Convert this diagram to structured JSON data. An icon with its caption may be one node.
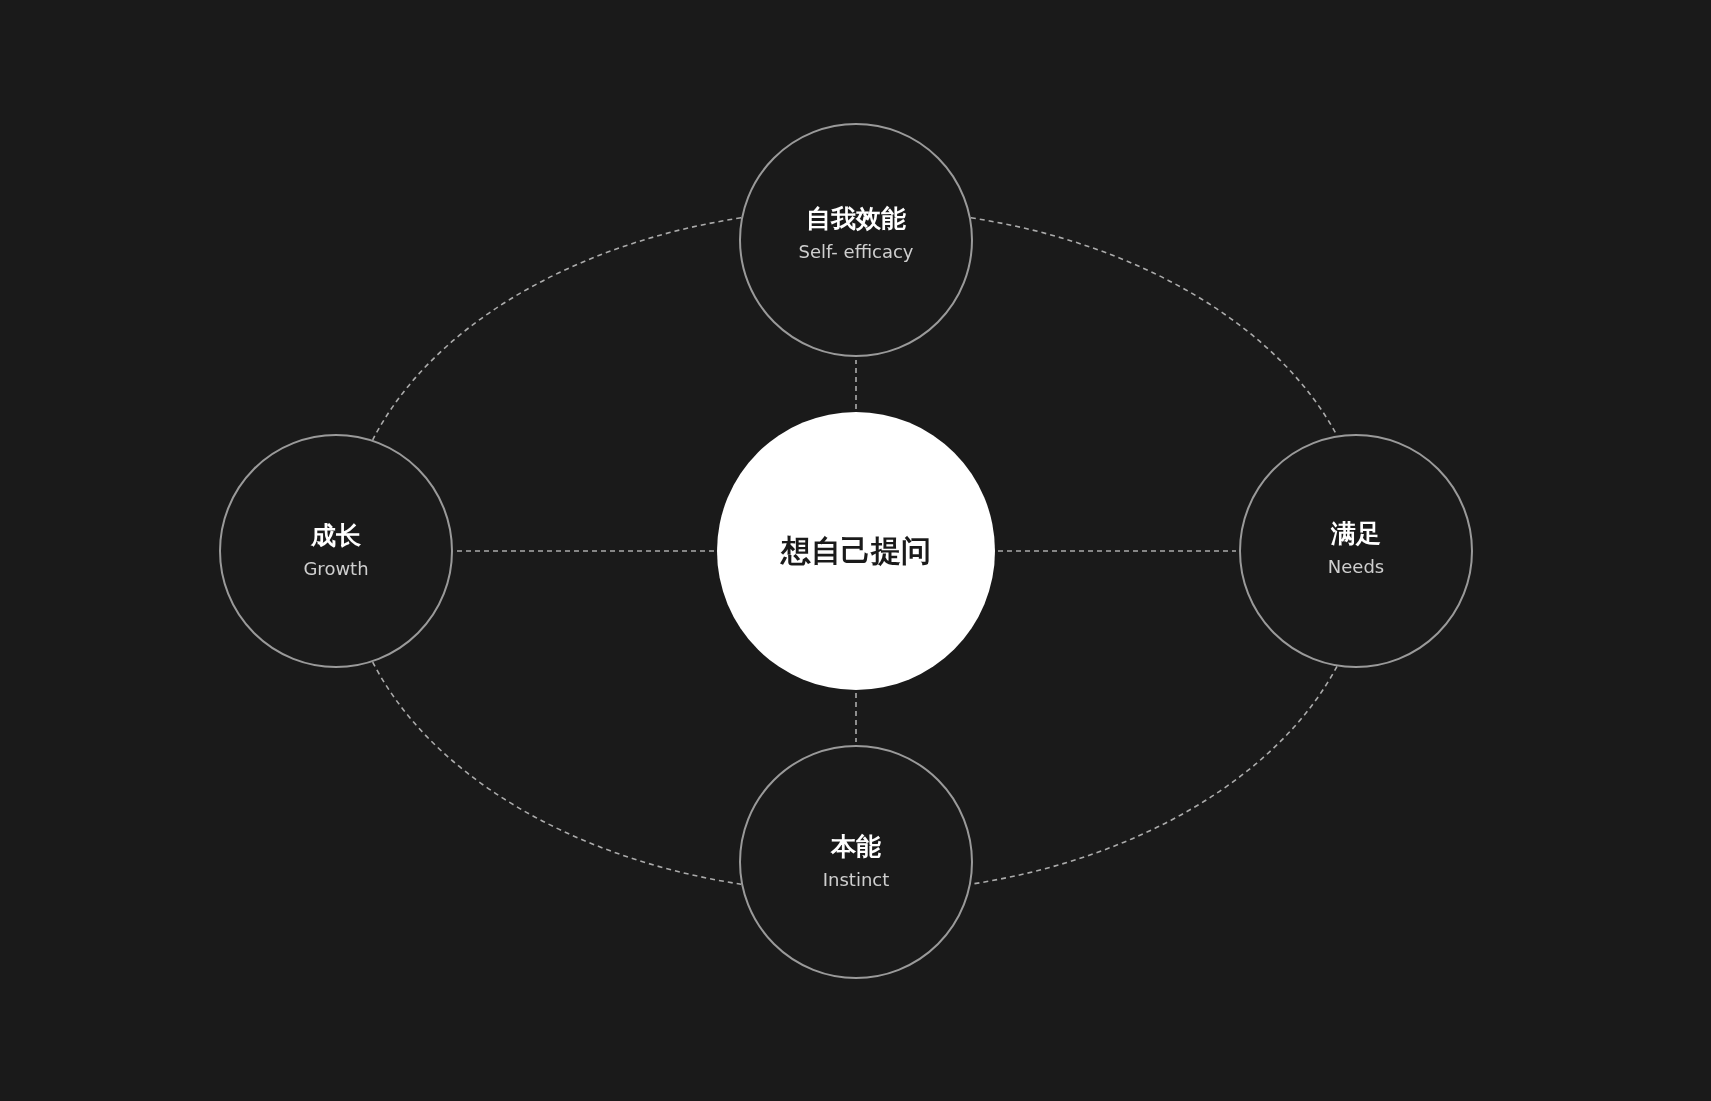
{
  "diagram": {
    "nodes": [
      {
        "text": [
          "自我效能",
          "Self- efficacy"
        ]
      },
      {
        "text": [
          "成长",
          "Growth"
        ]
      },
      {
        "text": [
          "想自己提问"
        ]
      },
      {
        "text": [
          "满足",
          "Needs"
        ]
      },
      {
        "text": [
          "本能",
          "Instinct"
        ]
      }
    ],
    "edges": [
      {
        "from": 2,
        "to": 0,
        "arrow": "none",
        "style": "dashed"
      },
      {
        "from": 2,
        "to": 1,
        "arrow": "none",
        "style": "dashed"
      },
      {
        "from": 2,
        "to": 3,
        "arrow": "none",
        "style": "dashed"
      },
      {
        "from": 2,
        "to": 4,
        "arrow": "none",
        "style": "dashed"
      },
      {
        "from": 0,
        "to": 1,
        "arrow": "none",
        "style": "dashed"
      },
      {
        "from": 0,
        "to": 3,
        "arrow": "none",
        "style": "dashed"
      },
      {
        "from": 1,
        "to": 4,
        "arrow": "none",
        "style": "dashed"
      },
      {
        "from": 3,
        "to": 4,
        "arrow": "none",
        "style": "dashed"
      }
    ]
  }
}
